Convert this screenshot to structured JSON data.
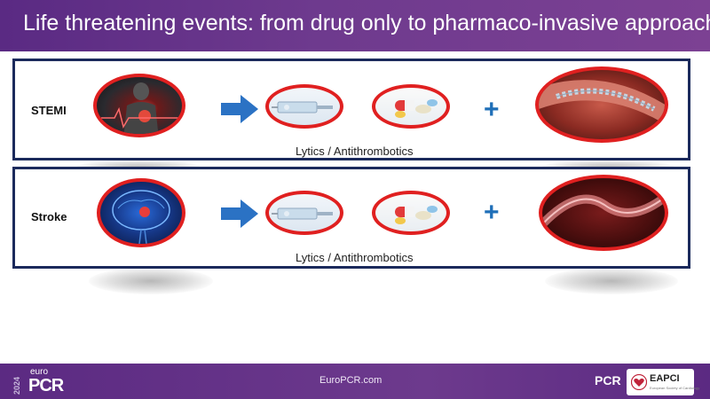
{
  "title": "Life threatening events: from drug only to pharmaco-invasive approach",
  "rows": [
    {
      "label": "STEMI",
      "caption": "Lytics / Antithrombotics",
      "images": [
        "heart-attack-image",
        "syringe-image",
        "pills-image",
        "stented-artery-image"
      ]
    },
    {
      "label": "Stroke",
      "caption": "Lytics / Antithrombotics",
      "images": [
        "brain-image",
        "syringe-image",
        "pills-image",
        "vessel-image"
      ]
    }
  ],
  "plus_symbol": "+",
  "footer": {
    "year": "2024",
    "logo_small": "euro",
    "logo_main": "PCR",
    "url": "EuroPCR.com",
    "partner_pcr": "PCR",
    "partner_eapci": "EAPCI",
    "partner_eapci_sub": "European Society of Cardiology"
  },
  "colors": {
    "title_bar": "#5a2a83",
    "panel_border": "#1b2a5c",
    "oval_border": "#e02020",
    "arrow": "#2b72c4",
    "plus": "#1f6fb8"
  }
}
